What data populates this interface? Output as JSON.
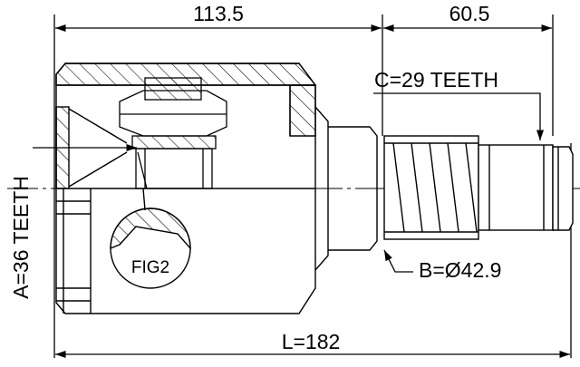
{
  "dimensions": {
    "top_left": "113.5",
    "top_right": "60.5",
    "overall": "L=182"
  },
  "labels": {
    "spline_inner": "A=36 TEETH",
    "spline_outer": "C=29 TEETH",
    "diameter": "B=Ø42.9",
    "figure_ref": "FIG2"
  },
  "colors": {
    "line": "#000000",
    "background": "#ffffff"
  }
}
